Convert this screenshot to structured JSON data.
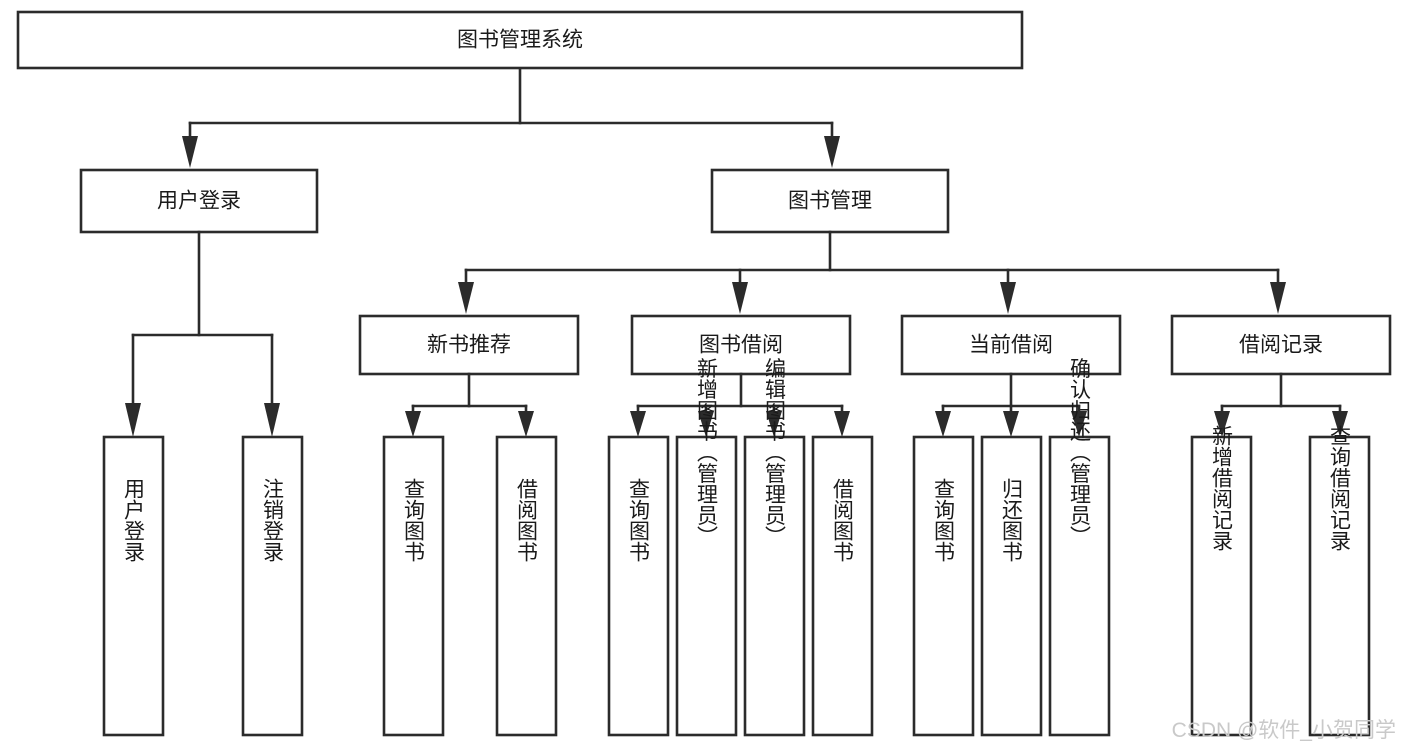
{
  "diagram": {
    "title": "图书管理系统",
    "type": "tree",
    "orientation": "top-down",
    "colors": {
      "box_stroke": "#2b2b2b",
      "box_fill": "#ffffff",
      "text": "#1a1a1a",
      "background": "#ffffff",
      "watermark": "#c9c9c9"
    },
    "nodes": {
      "root": {
        "label": "图书管理系统"
      },
      "level2": [
        {
          "id": "user-login",
          "label": "用户登录"
        },
        {
          "id": "book-manage",
          "label": "图书管理"
        }
      ],
      "level3": [
        {
          "id": "new-book-recommend",
          "label": "新书推荐"
        },
        {
          "id": "book-borrow",
          "label": "图书借阅"
        },
        {
          "id": "current-borrow",
          "label": "当前借阅"
        },
        {
          "id": "borrow-record",
          "label": "借阅记录"
        }
      ],
      "leaves": {
        "user-login": [
          {
            "id": "leaf-user-login",
            "label": "用户登录"
          },
          {
            "id": "leaf-logout",
            "label": "注销登录"
          }
        ],
        "new-book-recommend": [
          {
            "id": "leaf-query-book-1",
            "label": "查询图书"
          },
          {
            "id": "leaf-borrow-book-1",
            "label": "借阅图书"
          }
        ],
        "book-borrow": [
          {
            "id": "leaf-query-book-2",
            "label": "查询图书"
          },
          {
            "id": "leaf-add-book",
            "label": "新增图书（管理员）"
          },
          {
            "id": "leaf-edit-book",
            "label": "编辑图书（管理员）"
          },
          {
            "id": "leaf-borrow-book-2",
            "label": "借阅图书"
          }
        ],
        "current-borrow": [
          {
            "id": "leaf-query-book-3",
            "label": "查询图书"
          },
          {
            "id": "leaf-return-book",
            "label": "归还图书"
          },
          {
            "id": "leaf-confirm-return",
            "label": "确认归还（管理员）"
          }
        ],
        "borrow-record": [
          {
            "id": "leaf-add-record",
            "label": "新增借阅记录"
          },
          {
            "id": "leaf-query-record",
            "label": "查询借阅记录"
          }
        ]
      }
    }
  },
  "watermark": {
    "text": "CSDN @软件_小贺同学"
  }
}
